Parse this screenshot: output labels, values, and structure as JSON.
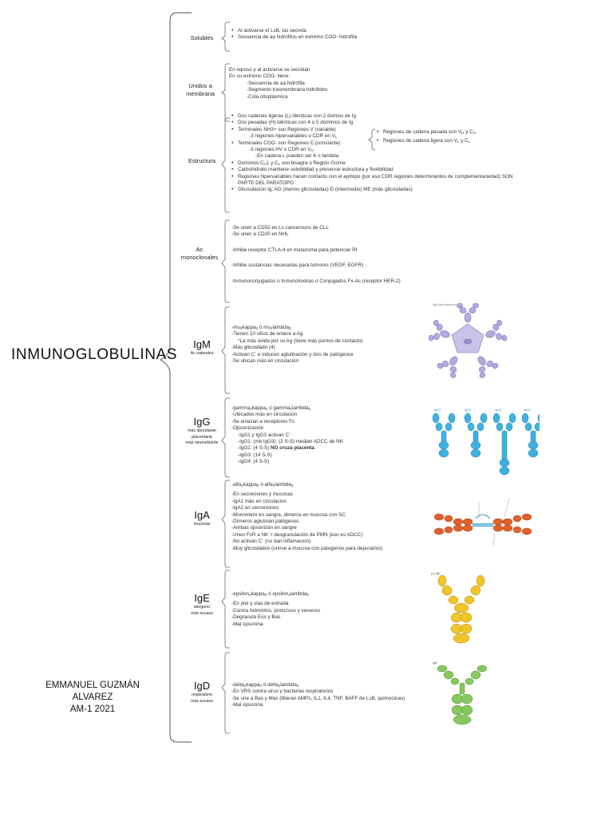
{
  "title": "INMUNOGLOBULINAS",
  "author": {
    "name": "EMMANUEL GUZMÁN ALVAREZ",
    "group": "AM-1 2021"
  },
  "labels": {
    "solubles": "Solubles",
    "unidos": "Unidos a membrana",
    "estructura": "Estructura",
    "monoclonales": "Ac monoclonales",
    "igm": {
      "name": "IgM",
      "sub": "Ac naturales"
    },
    "igg": {
      "name": "IgG",
      "sub1": "más abundante",
      "sub2": "placentaria",
      "sub3": "más neutralizante"
    },
    "iga": {
      "name": "IgA",
      "sub": "mucosas"
    },
    "ige": {
      "name": "IgE",
      "sub1": "alergeno",
      "sub2": "más escaso"
    },
    "igd": {
      "name": "IgD",
      "sub1": "respiratorio",
      "sub2": "más escaso"
    }
  },
  "solubles": [
    "Al activarse el LsB, las secreta",
    "Secuencia de aa hidrófilos en extremo COO- hidrófila"
  ],
  "unidos": {
    "l1": "En reposo y al activarse se secretan",
    "l2": "En su extremo COO- tiene:",
    "l3": "-Secuencia de aa hidrófila",
    "l4": "-Segmento trasmembrana hidrófobo",
    "l5": "-Cola citoplásmica"
  },
  "estructura": {
    "l1": "Dos cadenas ligeras (L) idénticas con 2 domios de Ig",
    "l2": "Dos pesadas (H) idénticas con 4 o 5 dominios de Ig",
    "l3": "Terminales NH3+ son Regiones V (variable)",
    "l4a": "-3 regiones hipervariables o CDR en V",
    "l4b": "L",
    "l5": "Terminales COO- son Regiones C (constante)",
    "l6a": "-3 regiones HV o CDR en V",
    "l6b": "H",
    "l7": "-En cadena L pueden ser K o lambda",
    "l8a": "Dominios C",
    "l8b": "H",
    "l8c": "1 y C",
    "l8d": "L",
    "l8e": " son bisagra o Región Gozne",
    "l9": "Carbohidrato mantiene solubilidad y preservar estructura y flexibilidad",
    "l10": "Regiones hipervariables hacen contacto con el epítopo (por eso CDR regiones determinantes de complementariedad) SON",
    "l11": "PARTE DEL PARATOPO",
    "l12": "Glicosilación Ig: AG (menos glicosiladas)  D (intermedio) ME (más glicosiladas)",
    "side1a": "Regiones de cadena pesada son V",
    "side1b": "H",
    "side1c": " y C",
    "side1d": "H",
    "side2a": "Regiones de cadena ligera son V",
    "side2b": "L",
    "side2c": " y C",
    "side2d": "L"
  },
  "monoclonales": [
    "-Se unen a CD52 en Ls cancerosos de CLL",
    "-Se unen a CD20 en NHL",
    "-Inhibe receptor CTLA-4 en melanoma para potenciar RI",
    "-Inhibe sustancias necesarias para tumores (VEGF, EGFR)",
    "-Inmunoconjugados o Inmunotoxinas o Conjugados Fx-Ac (receptor HER-2)"
  ],
  "igm": {
    "l1a": "-mu",
    "l1b": "2",
    "l1c": "kappa",
    "l1d": "2",
    "l1e": " ó mu",
    "l1f": "2",
    "l1g": "lambda",
    "l1h": "2",
    "l2": "-Tienen 10 sitios de enlace a Ag",
    "l3": "*La más ávida por su Ag (tiene más puntos de contacto)",
    "l4": "-Más glicosilado (4)",
    "l5": "-Activan C´ e inducen aglutinación y lisis de patógence",
    "l6": "-Se ubican más en circulación"
  },
  "igg": {
    "l1a": "-gamma",
    "l1b": "2",
    "l1c": "kappa",
    "l1d": "2",
    "l1e": " ó gamma",
    "l1f": "2",
    "l1g": "lambda",
    "l1h": "2",
    "l2": "-Ubicados más en circulación",
    "l3": "-Se enlazan a receptores Fc",
    "l4": "-Opsonización",
    "l5": "-IgG1 y IgG3 activan C´",
    "l6": "-IgG1: (mb IgG3): (2 S-S) median ADCC de NK",
    "l7a": "-IgG2: (4 S-S) ",
    "l7b": "NO cruza placenta",
    "l8": "-IgG3: (14 S-S)",
    "l9": "-IgG4: (4 S-S)"
  },
  "iga": {
    "l1a": "-alfa",
    "l1b": "2",
    "l1c": "kappa",
    "l1d": "2",
    "l1e": " ó alfa",
    "l1f": "2",
    "l1g": "lambda",
    "l1h": "2",
    "l2": "-En secreciones y mucosas",
    "l3": "-IgA1 más en circulacion",
    "l4": "-IgA2 en secreciones",
    "l5": "-Monomero en sangre, dimeros en mucosa con SC",
    "l6": "-Dímeros aglutinan patógenos",
    "l7": "-Ambas opsonizan en sangre",
    "l8": "-Unen FcR a NK > desgranulación de PMN (eso es ADCC)",
    "l9": "-No activan C´ (no dan inflamacion)",
    "l10": "-Muy glicosilados (unirse a mucosa con patogenos para depurarlos)"
  },
  "ige": {
    "l1a": "-epsilon",
    "l1b": "2",
    "l1c": "kappa",
    "l1d": "2",
    "l1e": " ó epsilon",
    "l1f": "2",
    "l1g": "lambda",
    "l1h": "2",
    "l2": "-En piel y vías de entrada",
    "l3": "-Contra helmintos, protozoos y venenos",
    "l4": "-Degranula Eos y Bas",
    "l5": "-Mal opsonina"
  },
  "igd": {
    "l1a": "-delta",
    "l1b": "2",
    "l1c": "kappa",
    "l1d": "2",
    "l1e": " ó delta",
    "l1f": "2",
    "l1g": "lambda",
    "l1h": "2",
    "l2": "-En VRS contra virus y bacterias respiratorios",
    "l3": "-Se une a Bas y Mas (liberan AMPs, IL1, IL4, TNF, BAFF de LsB, quimocinas)",
    "l4": "-Mal opsonina"
  },
  "figures": {
    "igm_caption": "IgM (pentámero)",
    "igg_labels": [
      "IgG1",
      "IgG2",
      "IgG3",
      "IgG4"
    ],
    "ige_label": "(c) IgE",
    "igd_label": "IgD"
  },
  "colors": {
    "igm": "#a9a0d6",
    "igg": "#3fb1e0",
    "iga": "#e0602a",
    "ige": "#f0c52a",
    "igd": "#86c85e",
    "bracket": "#555555"
  }
}
